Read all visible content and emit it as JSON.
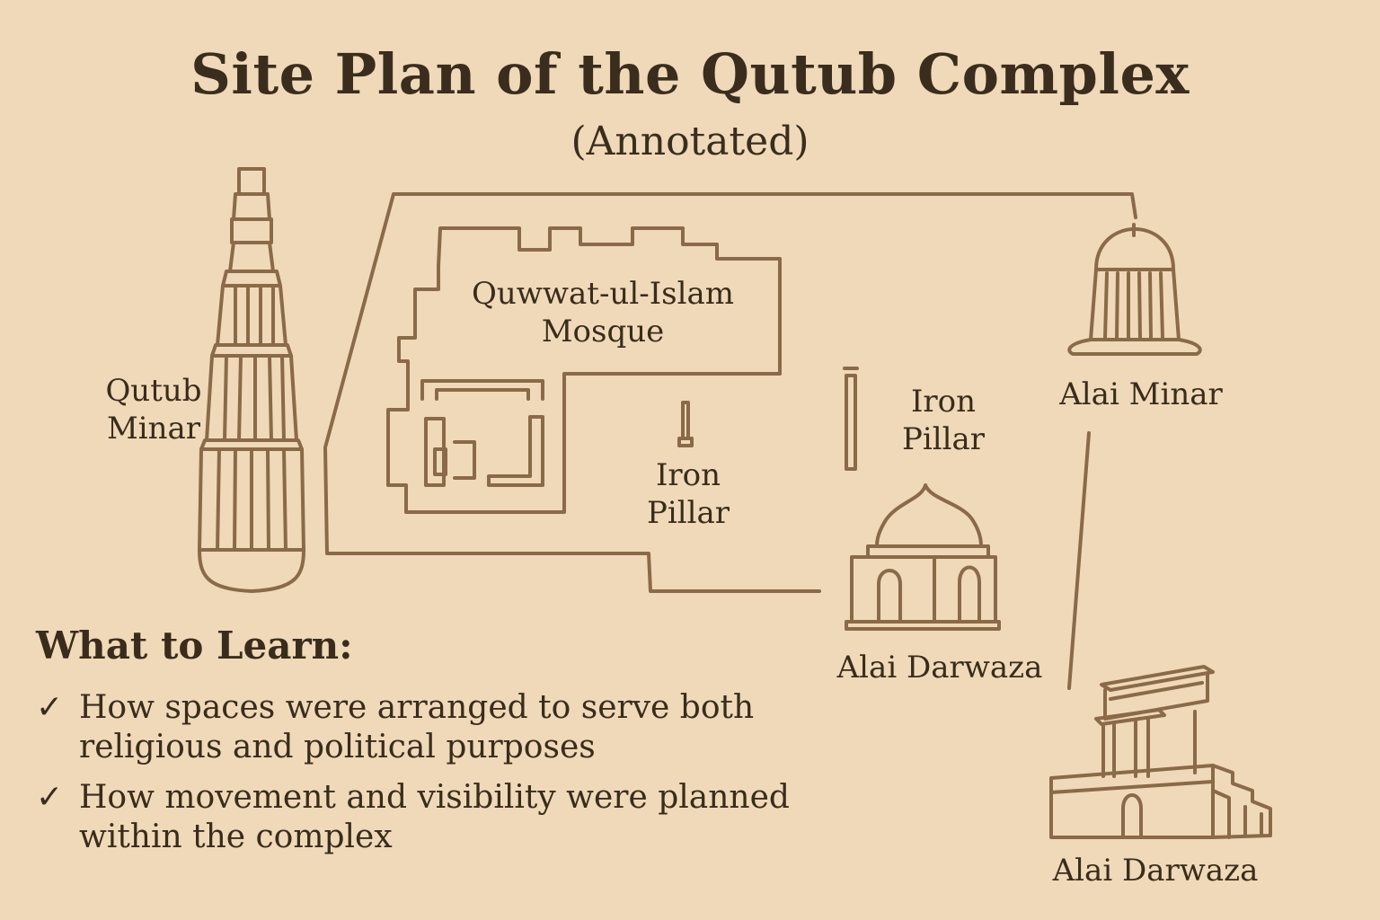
{
  "title": "Site Plan of the Qutub Complex",
  "subtitle": "(Annotated)",
  "labels": {
    "qutub_minar_line1": "Qutub",
    "qutub_minar_line2": "Minar",
    "mosque_line1": "Quwwat-ul-Islam",
    "mosque_line2": "Mosque",
    "iron_pillar_center_line1": "Iron",
    "iron_pillar_center_line2": "Pillar",
    "iron_pillar_right_line1": "Iron",
    "iron_pillar_right_line2": "Pillar",
    "alai_minar": "Alai Minar",
    "alai_darwaza_center": "Alai Darwaza",
    "alai_darwaza_bottom": "Alai Darwaza"
  },
  "learn": {
    "heading": "What to Learn:",
    "check_symbol": "✓",
    "items": [
      "How spaces were arranged to serve both religious and political purposes",
      "How movement and visibility were planned within the complex"
    ]
  },
  "colors": {
    "background": "#efd9b8",
    "line": "#8a6a48",
    "text": "#3a2c1c"
  }
}
